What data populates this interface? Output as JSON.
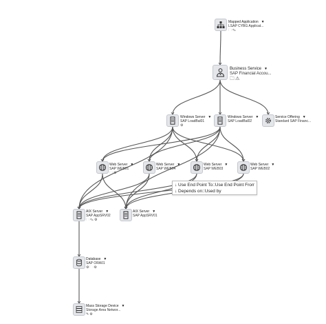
{
  "diagram": {
    "nodes": [
      {
        "id": "mapped_app",
        "type": "Mapped Application",
        "name": "LSAP CYBG Applicat...",
        "icon": "org-chart-icon",
        "status": "doc,edit",
        "badges": "🗀✎"
      },
      {
        "id": "business_service",
        "type": "Business Service",
        "name": "SAP Financial Accou...",
        "icon": "person-service-icon",
        "status": "doc,warning",
        "badges": "🗀⚠"
      },
      {
        "id": "win1",
        "type": "Windows Server",
        "name": "SAP LoadBal01",
        "icon": "server-icon",
        "status": "gear",
        "badges": "⚙"
      },
      {
        "id": "win2",
        "type": "Windows Server",
        "name": "SAP LoadBal02",
        "icon": "server-icon",
        "status": "",
        "badges": ""
      },
      {
        "id": "svc_offering",
        "type": "Service Offering",
        "name": "Standard SAP Financ...",
        "icon": "gear-icon",
        "status": "",
        "badges": ""
      },
      {
        "id": "web1",
        "type": "Web Server",
        "name": "SAP WEB01",
        "icon": "globe-icon",
        "status": "doc,gear",
        "badges": "🗀⚙"
      },
      {
        "id": "web4",
        "type": "Web Server",
        "name": "SAP WEB04",
        "icon": "globe-icon",
        "status": "",
        "badges": ""
      },
      {
        "id": "web3",
        "type": "Web Server",
        "name": "SAP WEB03",
        "icon": "globe-icon",
        "status": "",
        "badges": ""
      },
      {
        "id": "web2",
        "type": "Web Server",
        "name": "SAP WEB02",
        "icon": "globe-icon",
        "status": "",
        "badges": ""
      },
      {
        "id": "aix2",
        "type": "AIX Server",
        "name": "SAP AppSRV02",
        "icon": "server-icon",
        "status": "doc,edit,gear",
        "badges": "🗀✎⚙"
      },
      {
        "id": "aix1",
        "type": "AIX Server",
        "name": "SAP AppSRV01",
        "icon": "server-icon",
        "status": "",
        "badges": ""
      },
      {
        "id": "db",
        "type": "Database",
        "name": "SAP ORA01",
        "icon": "database-icon",
        "status": "gear,doc,gear",
        "badges": "⚙🗀⚙"
      },
      {
        "id": "storage",
        "type": "Mass Storage Device",
        "name": "Storage Area Networ...",
        "icon": "storage-icon",
        "status": "edit,gear",
        "badges": "✎⚙"
      }
    ],
    "edges": [
      [
        "mapped_app",
        "business_service"
      ],
      [
        "business_service",
        "win1"
      ],
      [
        "business_service",
        "win2"
      ],
      [
        "business_service",
        "svc_offering"
      ],
      [
        "win1",
        "web1"
      ],
      [
        "win1",
        "web4"
      ],
      [
        "win1",
        "web3"
      ],
      [
        "win1",
        "web2"
      ],
      [
        "win2",
        "web1"
      ],
      [
        "win2",
        "web4"
      ],
      [
        "win2",
        "web3"
      ],
      [
        "win2",
        "web2"
      ],
      [
        "web1",
        "aix2"
      ],
      [
        "web1",
        "aix1"
      ],
      [
        "web4",
        "aix2"
      ],
      [
        "web4",
        "aix1"
      ],
      [
        "web3",
        "aix2"
      ],
      [
        "web3",
        "aix1"
      ],
      [
        "web2",
        "aix2"
      ],
      [
        "web2",
        "aix1"
      ],
      [
        "win1",
        "aix2"
      ],
      [
        "win2",
        "aix1"
      ],
      [
        "aix2",
        "db"
      ],
      [
        "db",
        "storage"
      ]
    ],
    "edge_color": "#555555",
    "tooltip": {
      "line1": "↓ Use End Point To::Use End Point From",
      "line2": "↓ Depends on::Used by"
    }
  }
}
